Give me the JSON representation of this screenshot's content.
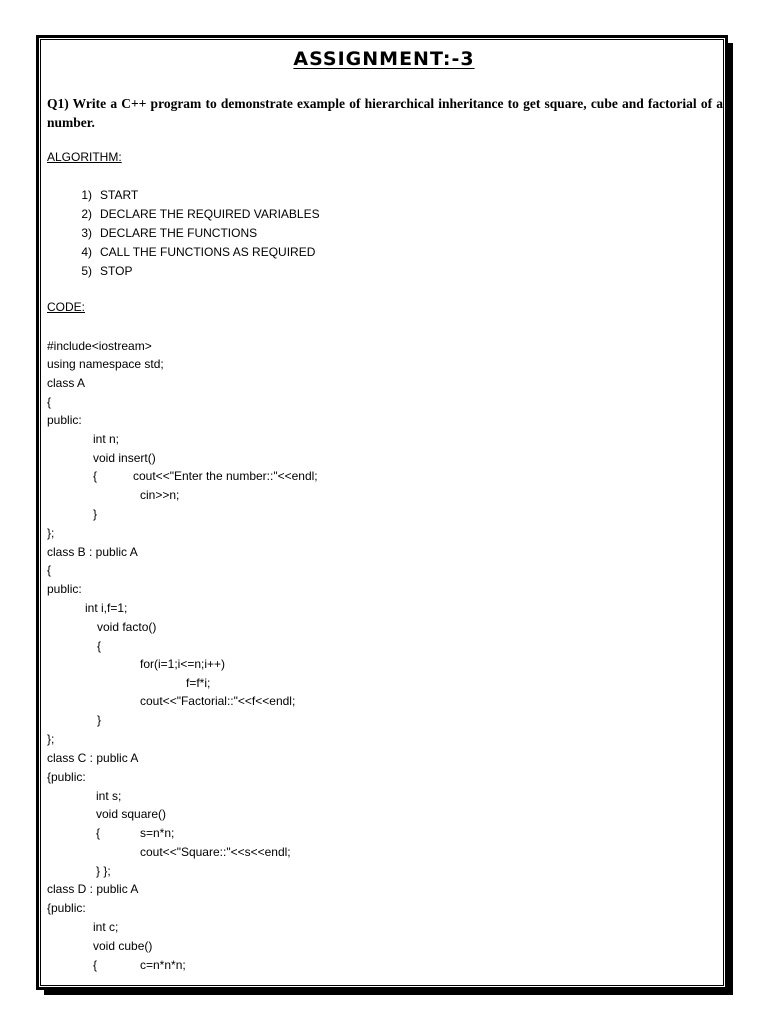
{
  "title": "ASSIGNMENT:-3",
  "question": "Q1) Write a C++ program to demonstrate example of hierarchical inheritance to get square, cube and factorial of a number.",
  "algorithm_heading": "ALGORITHM:",
  "algorithm_steps": [
    {
      "num": "1)",
      "text": "START"
    },
    {
      "num": "2)",
      "text": "DECLARE THE REQUIRED VARIABLES"
    },
    {
      "num": "3)",
      "text": "DECLARE THE FUNCTIONS"
    },
    {
      "num": "4)",
      "text": "CALL THE FUNCTIONS AS REQUIRED"
    },
    {
      "num": "5)",
      "text": "STOP"
    }
  ],
  "code_heading": "CODE:",
  "code_lines": [
    "#include<iostream>",
    "using namespace std;",
    "class A",
    "{",
    "public:",
    "int n;",
    "void insert()",
    "{",
    "cout<<\"Enter the number::\"<<endl;",
    "cin>>n;",
    "}",
    "};",
    "class B : public A",
    "{",
    "public:",
    "int i,f=1;",
    "void facto()",
    "{",
    "for(i=1;i<=n;i++)",
    "f=f*i;",
    "cout<<\"Factorial::\"<<f<<endl;",
    "}",
    "};",
    "class C : public A",
    "{public:",
    "int s;",
    "void square()",
    "{",
    "s=n*n;",
    "cout<<\"Square::\"<<s<<endl;",
    "} };",
    "class D : public A",
    "{public:",
    "int c;",
    "void cube()",
    "{",
    "c=n*n*n;"
  ]
}
